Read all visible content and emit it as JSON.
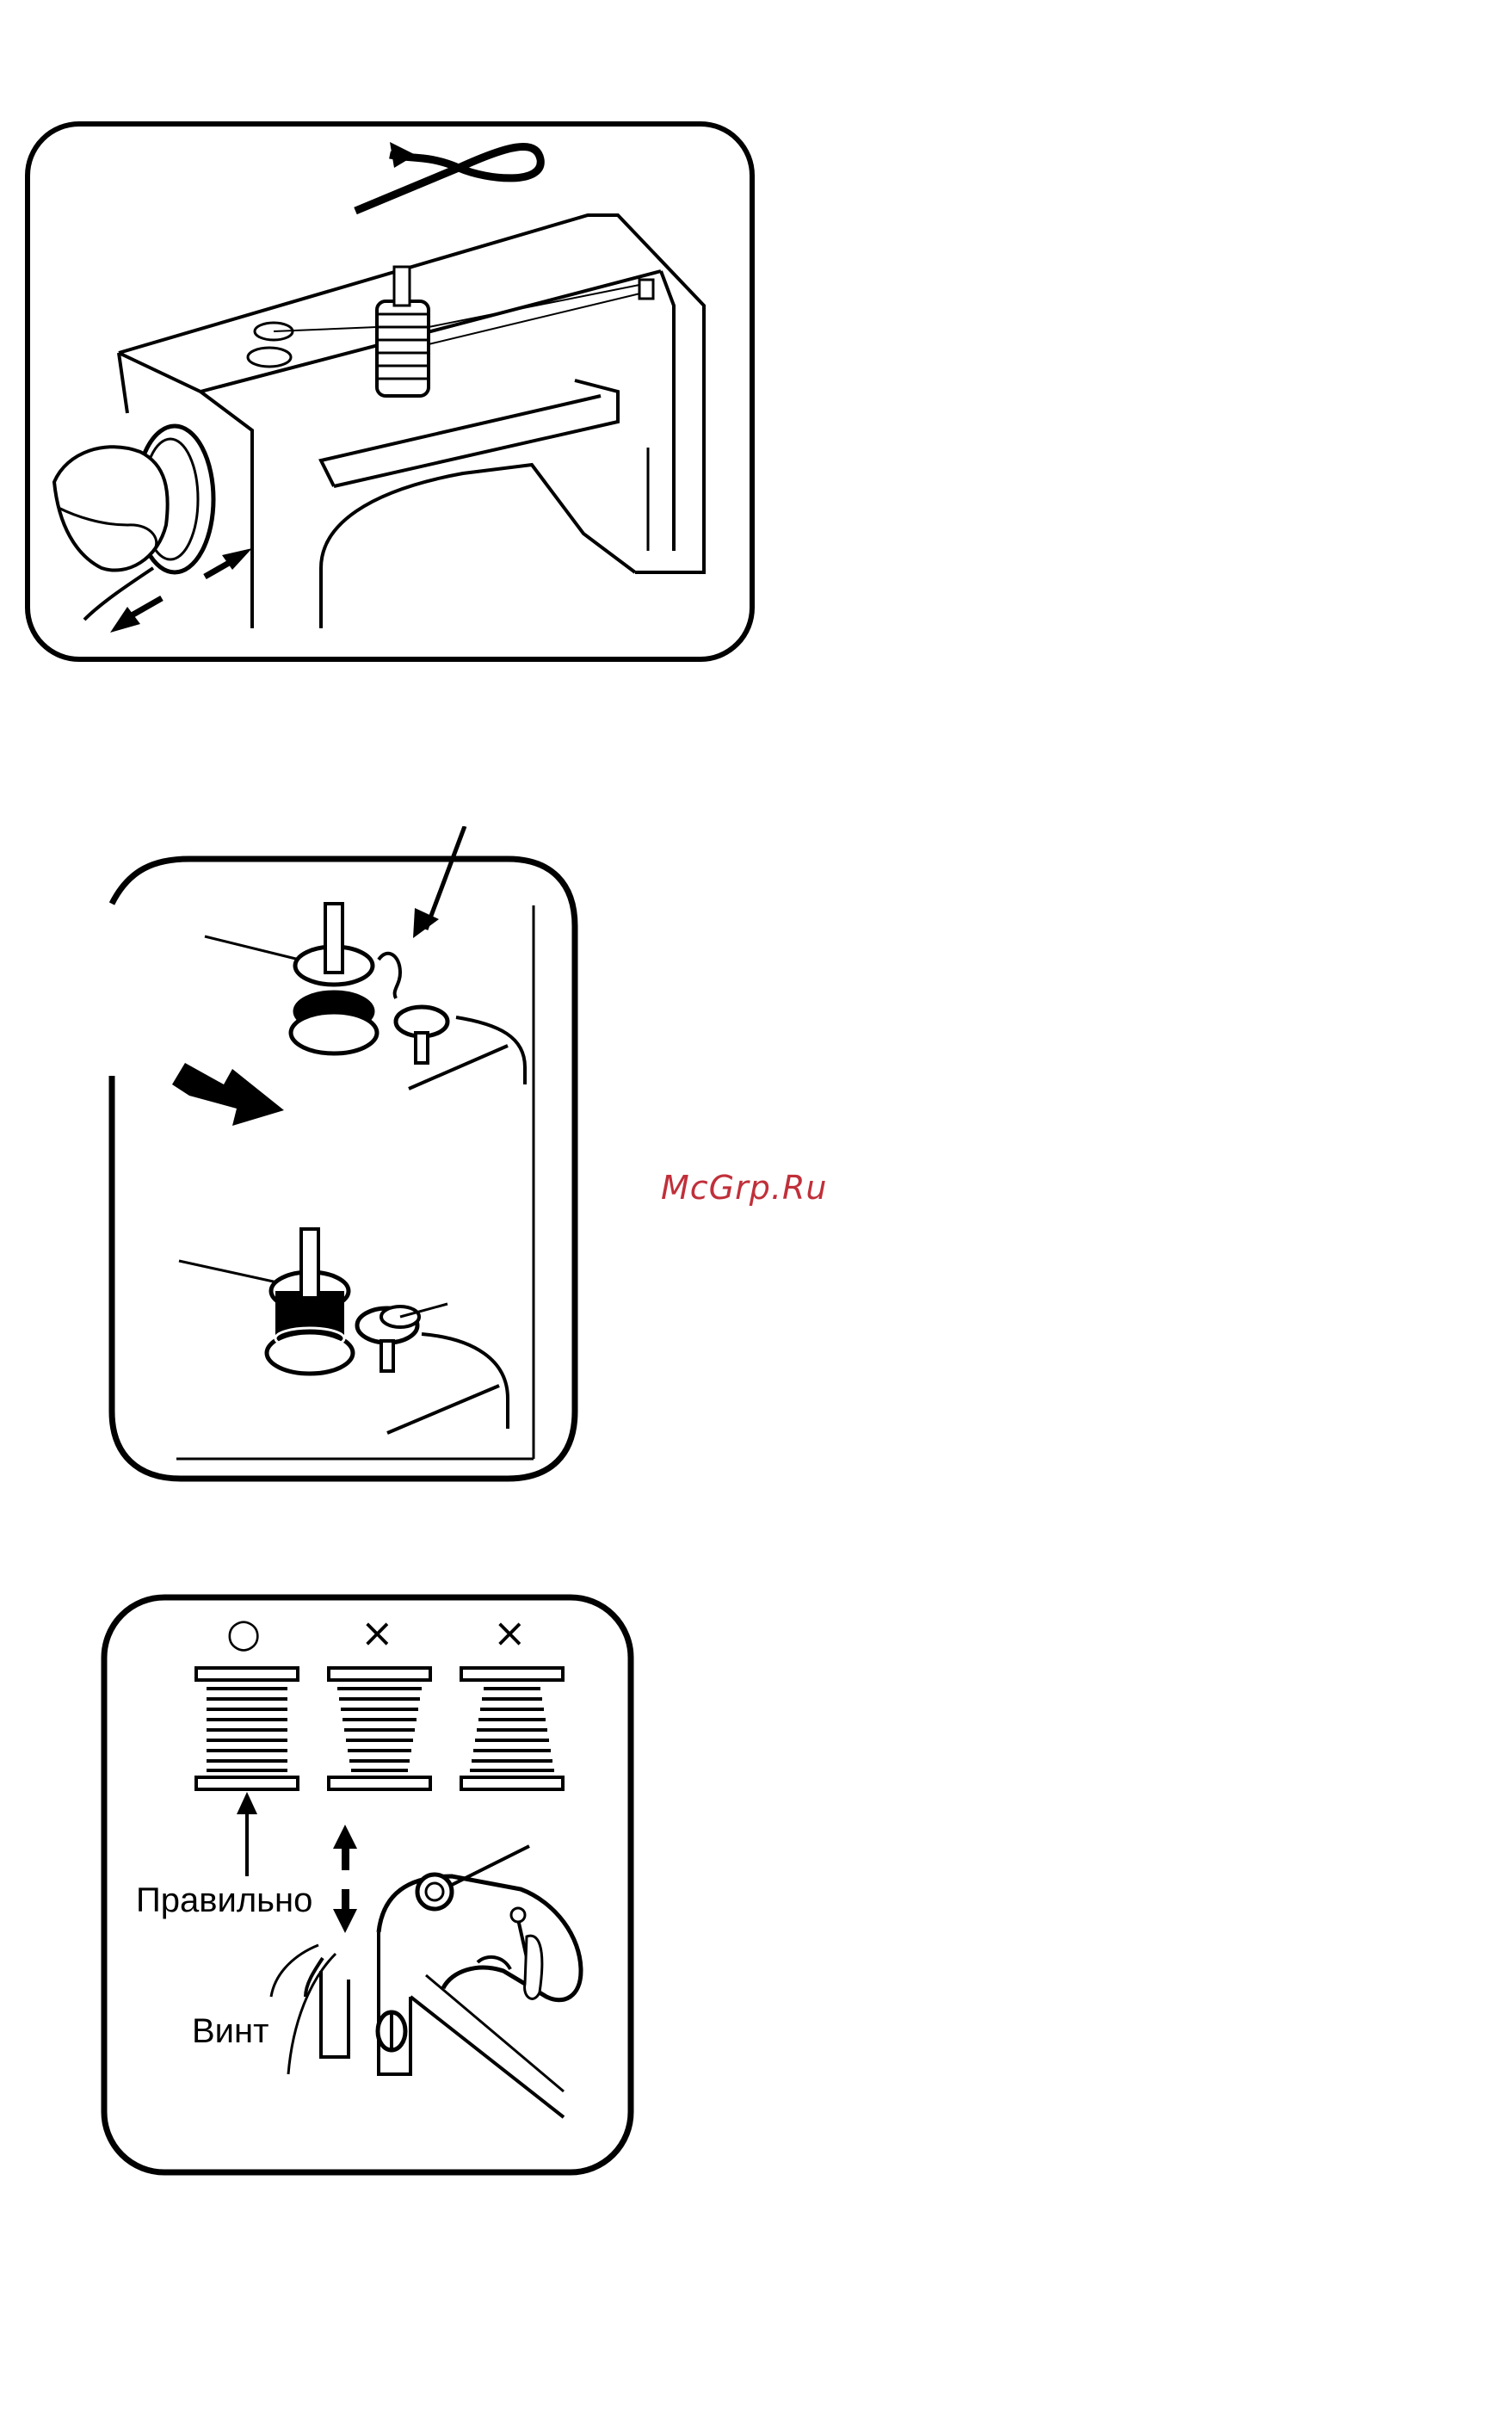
{
  "watermark": {
    "text": "McGrp.Ru",
    "color": "#c0303a"
  },
  "figure3": {
    "spool_marks": [
      "○",
      "×",
      "×"
    ],
    "label_correct": "Правильно",
    "label_screw": "Винт"
  }
}
